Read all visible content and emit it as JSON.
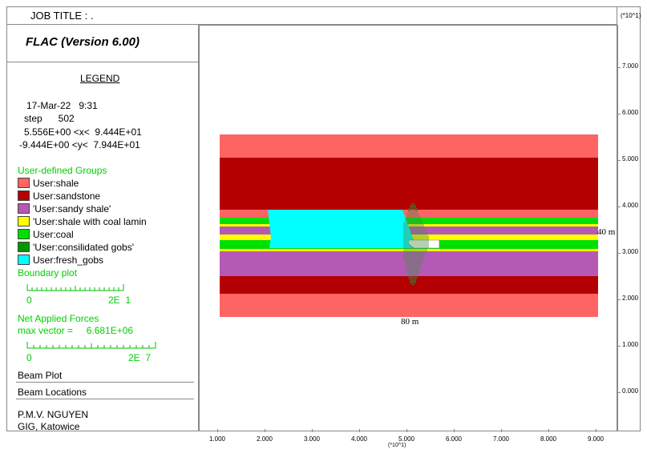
{
  "header": {
    "job_title": "JOB TITLE : .",
    "scale_note": "(*10^1)"
  },
  "panel": {
    "program": "FLAC (Version 6.00)",
    "legend_heading": "LEGEND",
    "date_time": "17-Mar-22   9:31",
    "step": "step      502",
    "x_range": "5.556E+00 <x<  9.444E+01",
    "y_range": "-9.444E+00 <y<  7.944E+01",
    "groups_heading": "User-defined Groups",
    "groups": [
      {
        "label": "User:shale",
        "color": "#ff6464"
      },
      {
        "label": "User:sandstone",
        "color": "#b40000"
      },
      {
        "label": "'User:sandy shale'",
        "color": "#b45ab4"
      },
      {
        "label": "'User:shale with coal lamin",
        "color": "#ffff00"
      },
      {
        "label": "User:coal",
        "color": "#00e000"
      },
      {
        "label": "'User:consilidated gobs'",
        "color": "#009600"
      },
      {
        "label": "User:fresh_gobs",
        "color": "#00ffff"
      }
    ],
    "boundary_heading": "Boundary plot",
    "boundary_scale_min": "0",
    "boundary_scale_max": "2E  1",
    "forces_heading": "Net Applied Forces",
    "max_vector": "max vector =     6.681E+06",
    "forces_scale_min": "0",
    "forces_scale_max": "2E  7",
    "beam_plot": "Beam Plot",
    "beam_locations": "Beam Locations",
    "author": "P.M.V. NGUYEN",
    "institute": "GIG, Katowice"
  },
  "axes": {
    "y_ticks": [
      "7.000",
      "6.000",
      "5.000",
      "4.000",
      "3.000",
      "2.000",
      "1.000",
      "0.000"
    ],
    "x_ticks": [
      "1.000",
      "2.000",
      "3.000",
      "4.000",
      "5.000",
      "6.000",
      "7.000",
      "8.000",
      "9.000"
    ],
    "x_scale_note": "(*10^1)"
  },
  "model": {
    "width_label": "80 m",
    "height_label": "40 m"
  }
}
